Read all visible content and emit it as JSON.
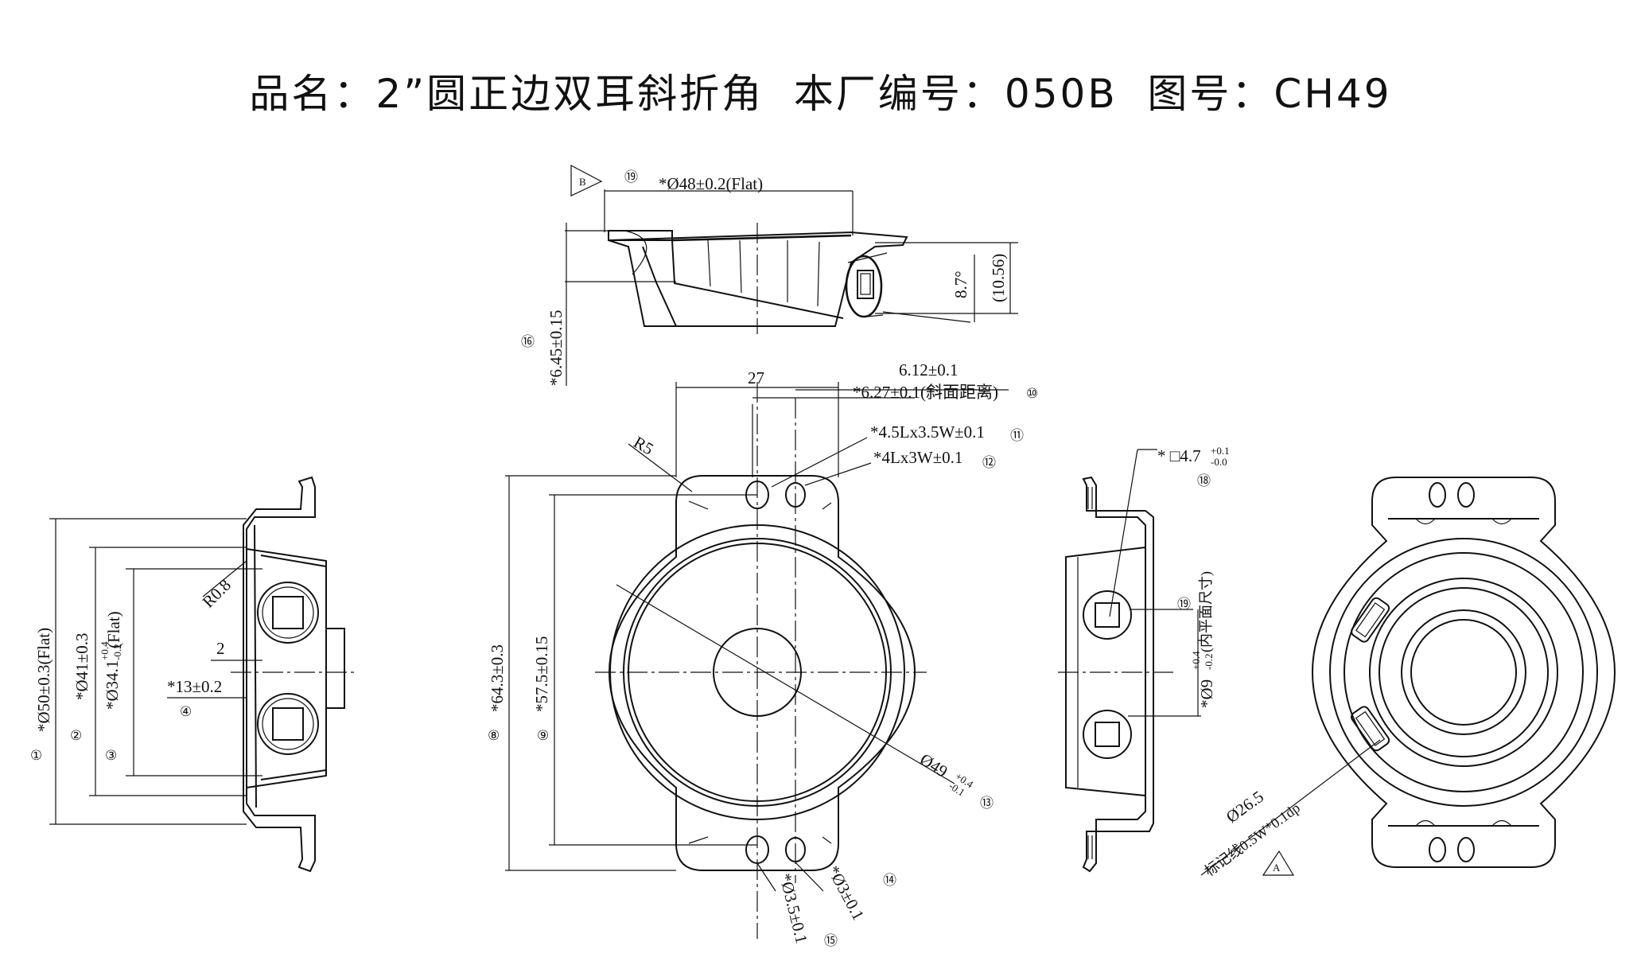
{
  "title": "品名：2”圆正边双耳斜折角  本厂编号：050B  图号：CH49",
  "datum_b": "B",
  "datum_a": "A",
  "dimensions": {
    "d19_flat": "*Ø48±0.2(Flat)",
    "d16": "*6.45±0.15",
    "angle": "8.7°",
    "h_10_56": "(10.56)",
    "w27": "27",
    "d6_12": "6.12±0.1",
    "d6_27": "*6.27±0.1(斜面距离)",
    "slot_11": "*4.5Lx3.5W±0.1",
    "slot_12": "*4Lx3W±0.1",
    "r5": "R5",
    "r08": "R0.8",
    "dim2": "2",
    "d13": "*13±0.2",
    "d1": "*Ø50±0.3(Flat)",
    "d2": "*Ø41±0.3",
    "d3_main": "*Ø34.1",
    "d3_tol_up": "+0.4",
    "d3_tol_dn": "-0.2",
    "d3_suffix": "(Flat)",
    "d8": "*64.3±0.3",
    "d9": "*57.5±0.15",
    "d13_main": "Ø49",
    "d13_tol_up": "+0.4",
    "d13_tol_dn": "-0.1",
    "d14": "*Ø3±0.1",
    "d15": "*Ø3.5±0.1",
    "sq18": "* □4.7",
    "sq18_tol_up": "+0.1",
    "sq18_tol_dn": "-0.0",
    "d19_side_main": "*Ø9",
    "d19_side_tol_up": "+0.4",
    "d19_side_tol_dn": "-0.2",
    "d19_side_note": "(内平面尺寸)",
    "d26_5": "Ø26.5",
    "mark_line": "标记线0.5W*0.1dp"
  },
  "balloons": {
    "b1": "①",
    "b2": "②",
    "b3": "③",
    "b4": "④",
    "b8": "⑧",
    "b9": "⑨",
    "b10": "⑩",
    "b11": "⑪",
    "b12": "⑫",
    "b13": "⑬",
    "b14": "⑭",
    "b15": "⑮",
    "b16": "⑯",
    "b18": "⑱",
    "b19a": "⑲",
    "b19b": "⑲"
  }
}
